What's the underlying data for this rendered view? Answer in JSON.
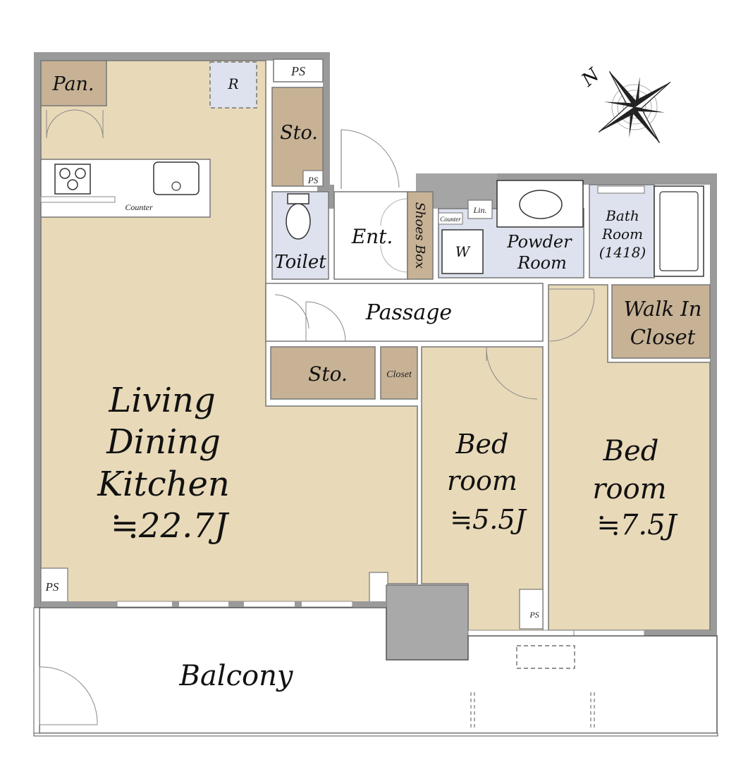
{
  "rooms": {
    "pantry": "Pan.",
    "refrigerator": "R",
    "ps_top": "PS",
    "storage_top": "Sto.",
    "ps_small": "PS",
    "counter": "Counter",
    "toilet": "Toilet",
    "entrance": "Ent.",
    "shoes_box": "Shoes Box",
    "linen": "Lin.",
    "counter_small": "Counter",
    "washer": "W",
    "powder_room_line1": "Powder",
    "powder_room_line2": "Room",
    "bath_line1": "Bath",
    "bath_line2": "Room",
    "bath_size": "(1418)",
    "passage": "Passage",
    "walk_in_line1": "Walk In",
    "walk_in_line2": "Closet",
    "storage_mid": "Sto.",
    "closet": "Closet",
    "ldk_line1": "Living",
    "ldk_line2": "Dining",
    "ldk_line3": "Kitchen",
    "ldk_size": "≒22.7J",
    "bed1_line1": "Bed",
    "bed1_line2": "room",
    "bed1_size": "≒5.5J",
    "bed2_line1": "Bed",
    "bed2_line2": "room",
    "bed2_size": "≒7.5J",
    "ps_left": "PS",
    "ps_bed": "PS",
    "balcony": "Balcony"
  },
  "compass": {
    "north_label": "N"
  },
  "colors": {
    "room_beige": "#e8d9b8",
    "storage_brown": "#c7b295",
    "wet_area_blue": "#dde2ee",
    "wall_gray": "#9a9a9a",
    "pillar_gray": "#a9a9a9"
  }
}
